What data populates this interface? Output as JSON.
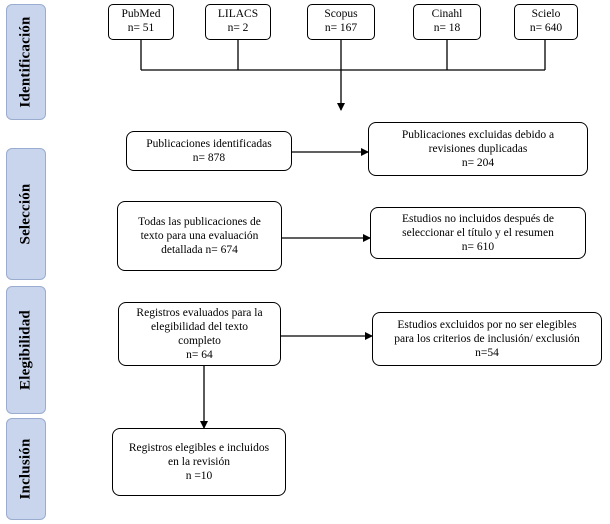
{
  "stages": [
    {
      "id": "identificacion",
      "label": "Identificación"
    },
    {
      "id": "seleccion",
      "label": "Selección"
    },
    {
      "id": "elegibilidad",
      "label": "Elegibilidad"
    },
    {
      "id": "inclusion",
      "label": "Inclusión"
    }
  ],
  "sources": [
    {
      "name": "PubMed",
      "count": "n= 51"
    },
    {
      "name": "LILACS",
      "count": "n= 2"
    },
    {
      "name": "Scopus",
      "count": "n= 167"
    },
    {
      "name": "Cinahl",
      "count": "n= 18"
    },
    {
      "name": "Scielo",
      "count": "n= 640"
    }
  ],
  "boxes": {
    "identified": [
      "Publicaciones identificadas",
      "n= 878"
    ],
    "duplicates": [
      "Publicaciones excluidas debido a",
      "revisiones duplicadas",
      "n= 204"
    ],
    "fulltext": [
      "Todas las publicaciones de",
      "texto para una evaluación",
      "detallada n= 674"
    ],
    "not_included": [
      "Estudios no incluidos después de",
      "seleccionar el título y el resumen",
      "n= 610"
    ],
    "assessed": [
      "Registros evaluados para la",
      "elegibilidad del texto",
      "completo",
      "n= 64"
    ],
    "excluded": [
      "Estudios excluidos por no ser elegibles",
      "para los criterios de inclusión/ exclusión",
      "n=54"
    ],
    "included": [
      "Registros elegibles e incluidos",
      "en la revisión",
      "n =10"
    ]
  }
}
